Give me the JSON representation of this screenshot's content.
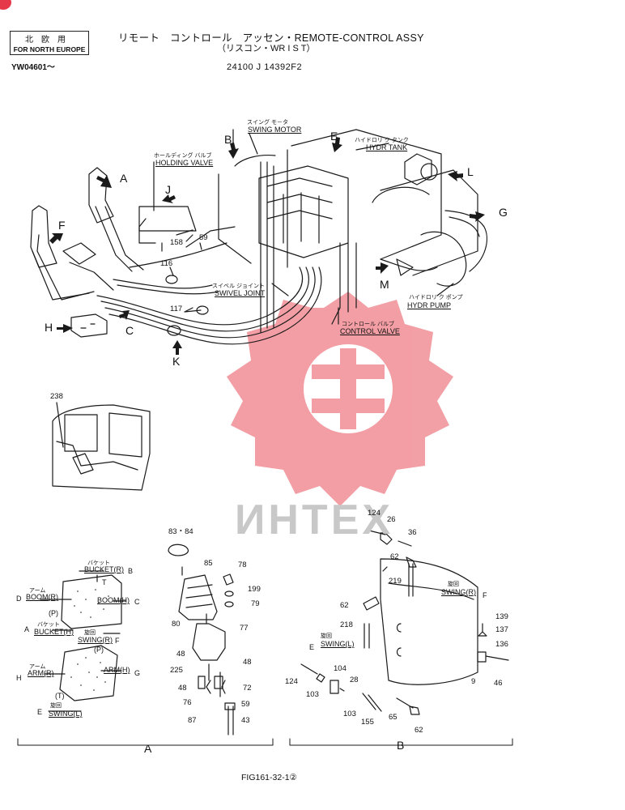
{
  "header": {
    "region_jp": "北欧用",
    "region_en": "FOR NORTH EUROPE",
    "serial": "YW04601～",
    "title": "リモート　コントロール　アッセン・REMOTE-CONTROL ASSY",
    "subtitle": "（リスコン・WR I S T）",
    "part_number": "24100 J 14392F2"
  },
  "components": {
    "swing_motor_jp": "スイング モ－タ",
    "swing_motor": "SWING MOTOR",
    "hydr_tank_jp": "ハイドロリ ク タンク",
    "hydr_tank": "HYDR TANK",
    "holding_valve_jp": "ホールディング バルブ",
    "holding_valve": "HOLDING VALVE",
    "swivel_joint_jp": "スイベル ジョイント",
    "swivel_joint": "SWIVEL JOINT",
    "hydr_pump_jp": "ハイドロリ ク ポンプ",
    "hydr_pump": "HYDR PUMP",
    "control_valve_jp": "コントロール バルブ",
    "control_valve": "CONTROL VALVE"
  },
  "view_letters": {
    "A": "A",
    "B": "B",
    "C": "C",
    "E": "E",
    "F": "F",
    "G": "G",
    "H": "H",
    "J": "J",
    "K": "K",
    "L": "L",
    "M": "M"
  },
  "main_numbers": {
    "n158": "158",
    "n59": "59",
    "n116": "116",
    "n117": "117",
    "n238": "238"
  },
  "pattern_left": {
    "bucket_r_jp": "バケット",
    "bucket_r": "BUCKET(R)",
    "bucket_r_mark": "B",
    "arm_jp": "アーム",
    "boom_r": "BOOM(R)",
    "boom_r_mark": "D",
    "boom_h": "BOOM(H)",
    "boom_h_mark": "C",
    "t1": "T",
    "p1": "(P)",
    "bucket_h_jp": "バケット",
    "bucket_h": "BUCKET(H)",
    "bucket_h_mark": "A",
    "swing_r_jp": "旋回",
    "swing_r": "SWING(R)",
    "swing_r_mark": "F",
    "p2": "(P)",
    "arm_r_jp": "アーム",
    "arm_r": "ARM(R)",
    "arm_r_mark": "H",
    "arm_h": "ARM(H)",
    "arm_h_mark": "G",
    "t2": "(T)",
    "swing_l_jp": "旋回",
    "swing_l": "SWING(L)",
    "swing_l_mark": "E"
  },
  "view_a_numbers": {
    "n83_84": "83・84",
    "n85": "85",
    "n78": "78",
    "n199": "199",
    "n79": "79",
    "n80": "80",
    "n77": "77",
    "n48a": "48",
    "n48b": "48",
    "n225": "225",
    "n48c": "48",
    "n72": "72",
    "n76": "76",
    "n59": "59",
    "n87": "87",
    "n43": "43"
  },
  "view_b_numbers": {
    "n124a": "124",
    "n26": "26",
    "n36": "36",
    "n62a": "62",
    "n219": "219",
    "swing_r_jp": "旋回",
    "swing_r": "SWING(R)",
    "swing_r_mark": "F",
    "n62b": "62",
    "n218": "218",
    "swing_l_jp": "旋回",
    "swing_l": "SWING(L)",
    "swing_l_mark": "E",
    "n139": "139",
    "n137": "137",
    "n136": "136",
    "n9": "9",
    "n46": "46",
    "n124b": "124",
    "n104": "104",
    "n28": "28",
    "n103a": "103",
    "n103b": "103",
    "n155": "155",
    "n65": "65",
    "n62c": "62"
  },
  "section_labels": {
    "a": "A",
    "b": "B"
  },
  "figure_ref": "FIG161-32-1②",
  "watermark_text": "ИНТЕХ",
  "colors": {
    "line": "#1a1a1a",
    "watermark": "#e8505b",
    "watermark_text": "#c8c8c8",
    "corner_dot": "#e5394a"
  }
}
